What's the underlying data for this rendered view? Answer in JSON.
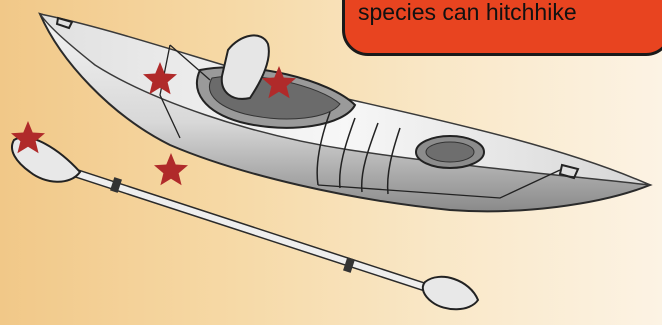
{
  "callout": {
    "text": "species can hitchhike"
  },
  "colors": {
    "background_left": "#f1c888",
    "background_right": "#fcf3e4",
    "callout_fill": "#e84420",
    "star": "#b02a2a"
  },
  "icons": [
    "kayak-illustration",
    "paddle-illustration",
    "star-marker"
  ]
}
